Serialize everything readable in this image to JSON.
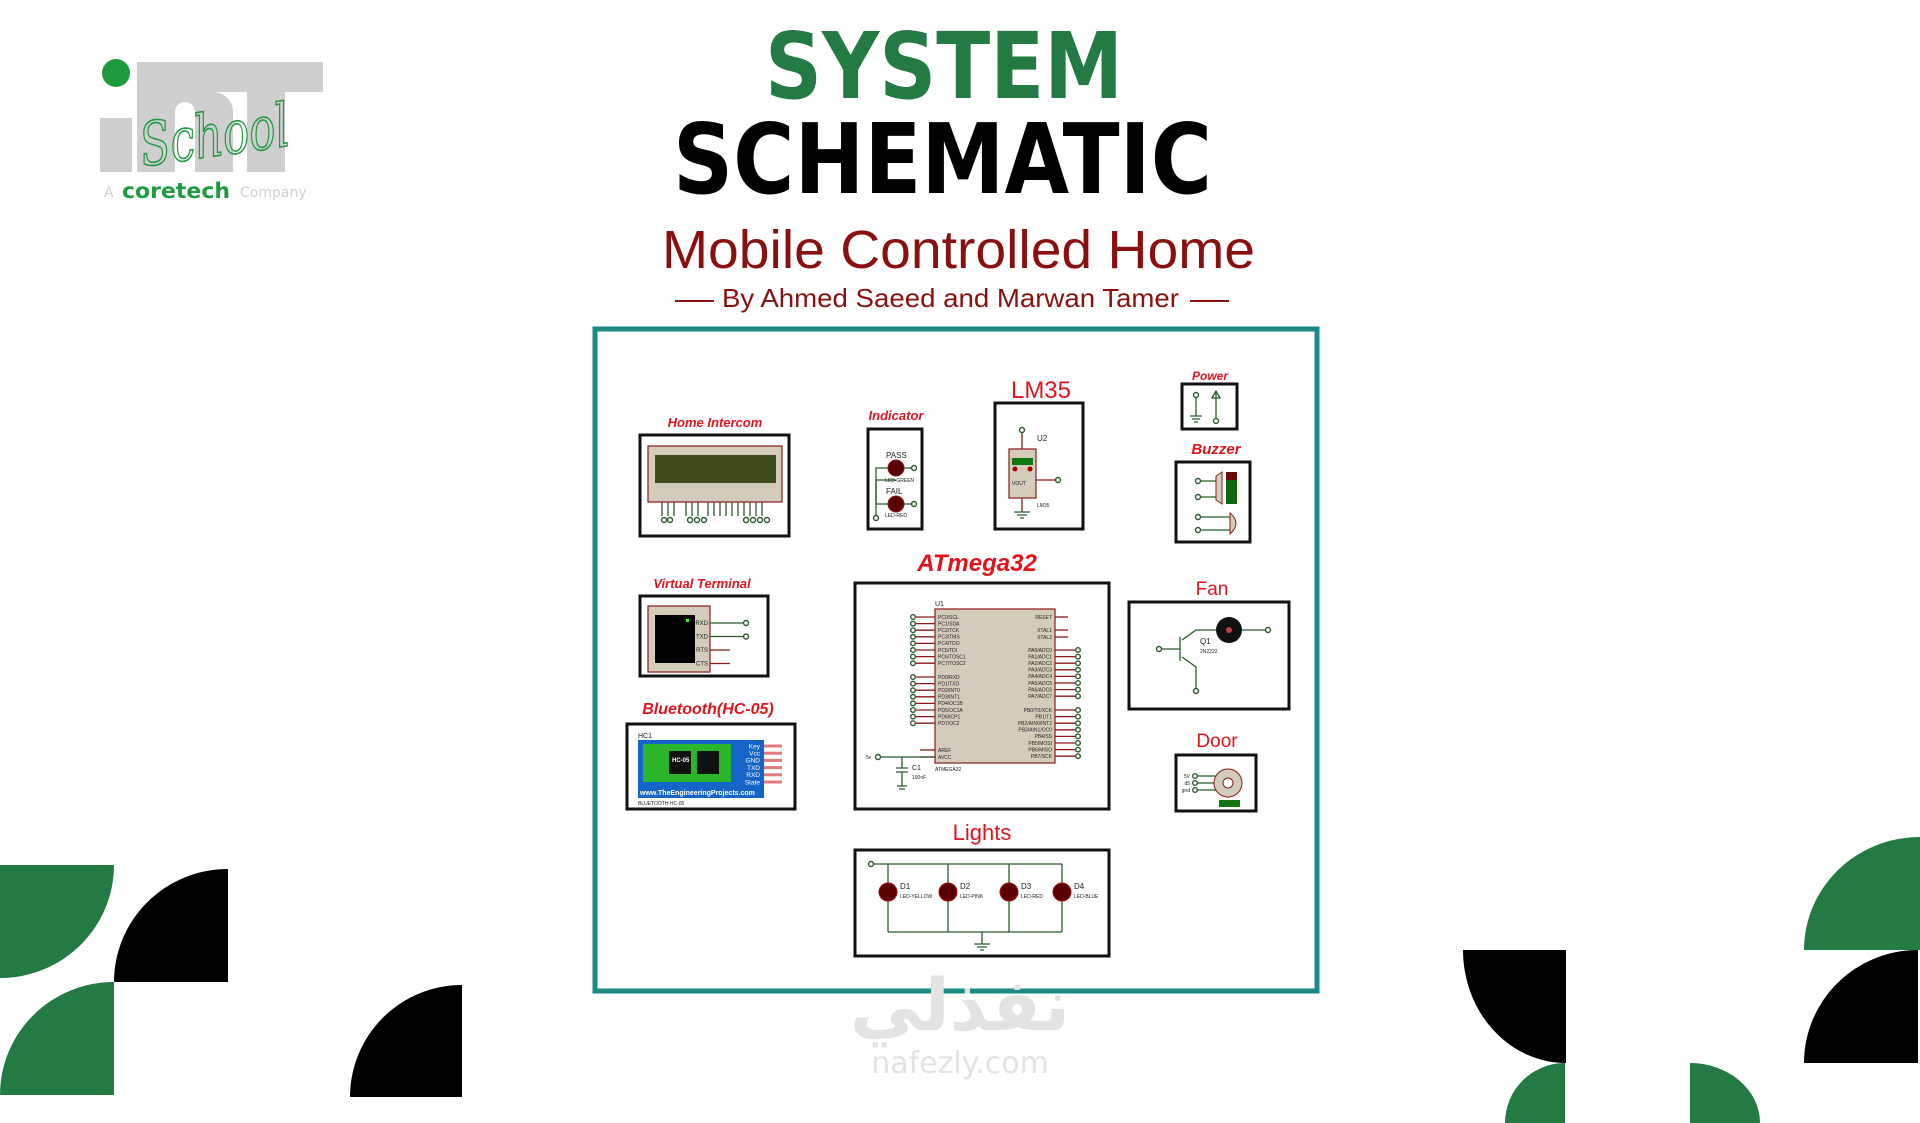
{
  "header": {
    "title_line1": "SYSTEM",
    "title_line2": "SCHEMATIC",
    "project_title": "Mobile Controlled Home",
    "byline": "By Ahmed Saeed and Marwan Tamer"
  },
  "logo": {
    "script_text": "School",
    "tagline_prefix": "A",
    "brand": "coretech",
    "tagline_suffix": "Company"
  },
  "colors": {
    "green": "#237a43",
    "dark_red": "#8a1010",
    "label_red": "#e0141c",
    "frame_teal": "#1a8a84"
  },
  "watermark": {
    "arabic": "نفذلي",
    "site": "nafezly.com"
  },
  "schematic": {
    "home_intercom": {
      "label": "Home Intercom"
    },
    "indicator": {
      "label": "Indicator",
      "pass": "PASS",
      "fail": "FAIL",
      "led1": "LED-GREEN",
      "led2": "LED-RED"
    },
    "lm35": {
      "label": "LM35",
      "ref": "U2",
      "pin": "VOUT",
      "part": "LM35"
    },
    "power": {
      "label": "Power"
    },
    "buzzer": {
      "label": "Buzzer"
    },
    "atmega": {
      "label": "ATmega32",
      "ref": "U1",
      "part": "ATMEGA32",
      "cap_ref": "C1",
      "cap_value": "100nF",
      "supply": "5v",
      "left_pins": [
        "PC0/SCL",
        "PC1/SDA",
        "PC2/TCK",
        "PC3/TMS",
        "PC4/TDO",
        "PC5/TDI",
        "PC6/TOSC1",
        "PC7/TOSC2",
        "PD0/RXD",
        "PD1/TXD",
        "PD2/INT0",
        "PD3/INT1",
        "PD4/OC1B",
        "PD5/OC1A",
        "PD6/ICP1",
        "PD7/OC2",
        "AREF",
        "AVCC"
      ],
      "right_pins": [
        "RESET",
        "XTAL1",
        "XTAL2",
        "PA0/ADC0",
        "PA1/ADC1",
        "PA2/ADC2",
        "PA3/ADC3",
        "PA4/ADC4",
        "PA5/ADC5",
        "PA6/ADC6",
        "PA7/ADC7",
        "PB0/T0/XCK",
        "PB1/T1",
        "PB2/AIN0/INT2",
        "PB3/AIN1/OC0",
        "PB4/SS",
        "PB5/MOSI",
        "PB6/MISO",
        "PB7/SCK"
      ]
    },
    "virtual_terminal": {
      "label": "Virtual Terminal",
      "pins": [
        "RXD",
        "TXD",
        "RTS",
        "CTS"
      ]
    },
    "bluetooth": {
      "label": "Bluetooth(HC-05)",
      "ref": "HC1",
      "chip": "HC-05",
      "pins": [
        "Key",
        "Vcc",
        "GND",
        "TXD",
        "RXD",
        "State"
      ],
      "website": "www.TheEngineeringProjects.com",
      "part": "BLUETOOTH HC-05"
    },
    "fan": {
      "label": "Fan",
      "ref": "Q1",
      "part": "2N2222"
    },
    "door": {
      "label": "Door",
      "pins": [
        "5V",
        "d5",
        "gnd"
      ]
    },
    "lights": {
      "label": "Lights",
      "leds": [
        {
          "ref": "D1",
          "part": "LED-YELLOW"
        },
        {
          "ref": "D2",
          "part": "LED-PINK"
        },
        {
          "ref": "D3",
          "part": "LED-RED"
        },
        {
          "ref": "D4",
          "part": "LED-BLUE"
        }
      ]
    }
  }
}
